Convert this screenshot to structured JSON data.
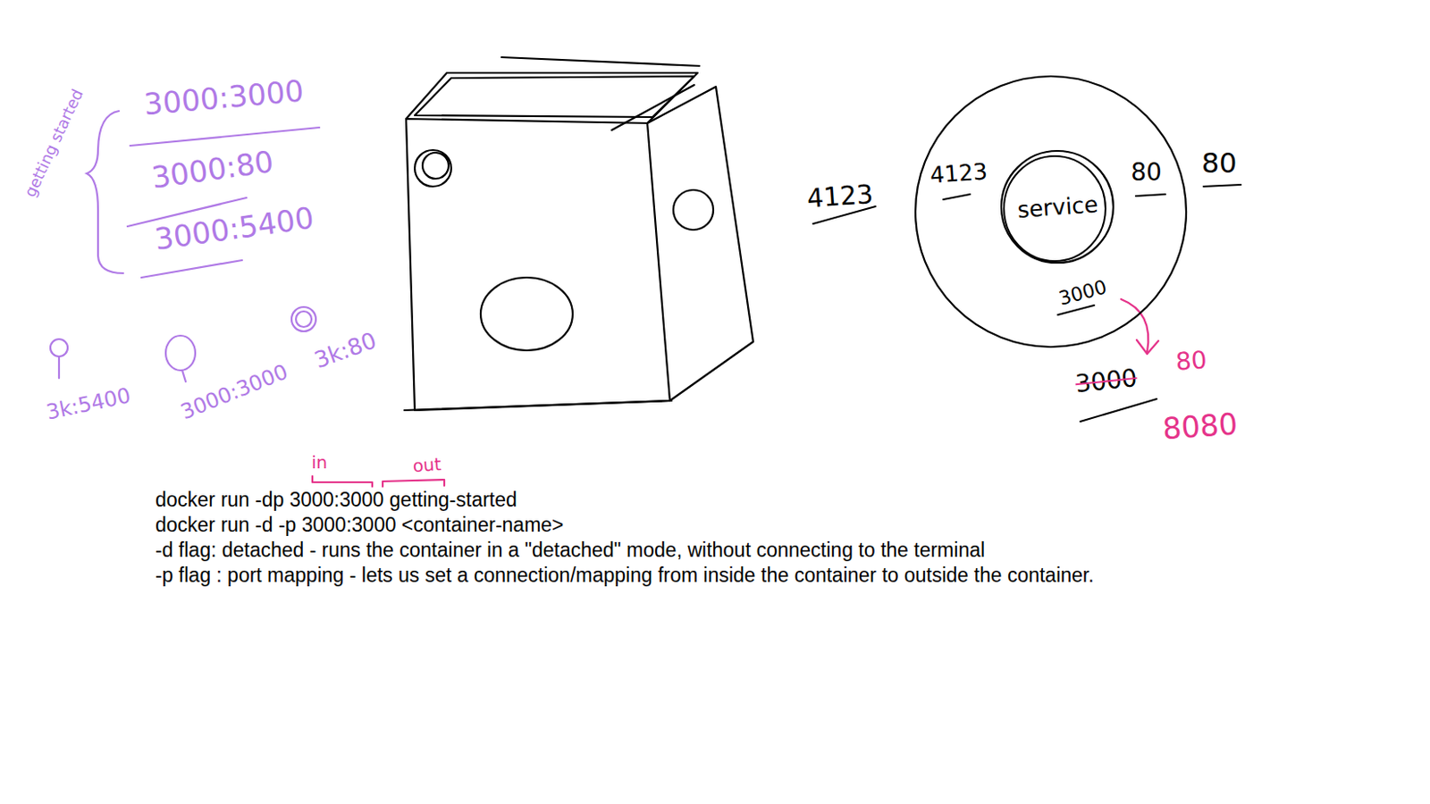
{
  "diagram": {
    "nodes": [
      {
        "text": [
          "4123",
          "80",
          "3000"
        ]
      },
      {
        "text": [
          "service"
        ],
        "in": 0
      }
    ],
    "labels": [
      "getting started",
      "3000:3000",
      "3000:80",
      "3000:5400",
      "3k:5400",
      "3000:3000",
      "3k:80",
      "4123",
      "80",
      "3000",
      "80",
      "8080",
      "in",
      "out",
      "docker run -dp 3000:3000 getting-started",
      "docker run -d -p 3000:3000 <container-name>",
      "-d flag: detached  - runs the container in a \"detached\" mode, without connecting to the terminal",
      "-p flag : port mapping - lets us set a connection/mapping from inside the container to outside the container."
    ]
  }
}
